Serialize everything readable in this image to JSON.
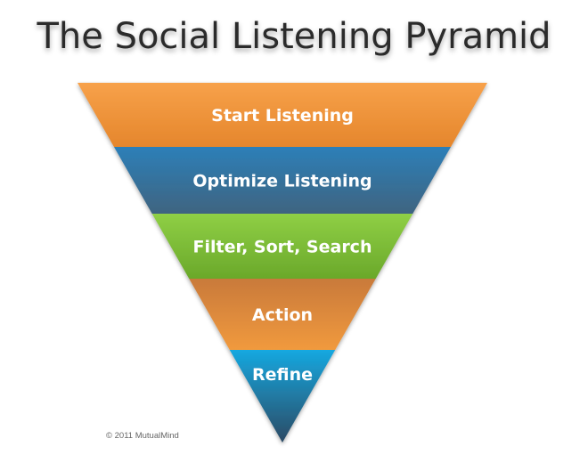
{
  "title": "The Social Listening Pyramid",
  "copyright": "© 2011 MutualMind",
  "levels": [
    {
      "label": "Start Listening",
      "color_top": "#f7a14a",
      "color_bottom": "#e5862c"
    },
    {
      "label": "Optimize Listening",
      "color_top": "#2c7fb8",
      "color_bottom": "#3f6480"
    },
    {
      "label": "Filter, Sort, Search",
      "color_top": "#8fcf45",
      "color_bottom": "#6aa82a"
    },
    {
      "label": "Action",
      "color_top": "#c97a3a",
      "color_bottom": "#f19a3e"
    },
    {
      "label": "Refine",
      "color_top": "#16a8e0",
      "color_bottom": "#2c4a64"
    }
  ]
}
